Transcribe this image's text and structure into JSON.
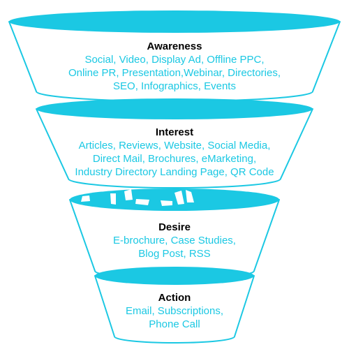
{
  "colors": {
    "accent": "#1BC8E3",
    "outline": "#1BC8E3",
    "body": "#ffffff",
    "title_text": "#000000",
    "item_text": "#1BC8E3"
  },
  "stages": [
    {
      "title": "Awareness",
      "lines": [
        "Social, Video, Display Ad, Offline PPC,",
        "Online PR, Presentation,Webinar, Directories,",
        "SEO, Infographics, Events"
      ]
    },
    {
      "title": "Interest",
      "lines": [
        "Articles, Reviews, Website, Social Media,",
        "Direct Mail, Brochures, eMarketing,",
        "Industry Directory Landing Page, QR Code"
      ]
    },
    {
      "title": "Desire",
      "lines": [
        "E-brochure, Case Studies,",
        "Blog Post, RSS"
      ]
    },
    {
      "title": "Action",
      "lines": [
        "Email, Subscriptions,",
        "Phone Call"
      ]
    }
  ]
}
